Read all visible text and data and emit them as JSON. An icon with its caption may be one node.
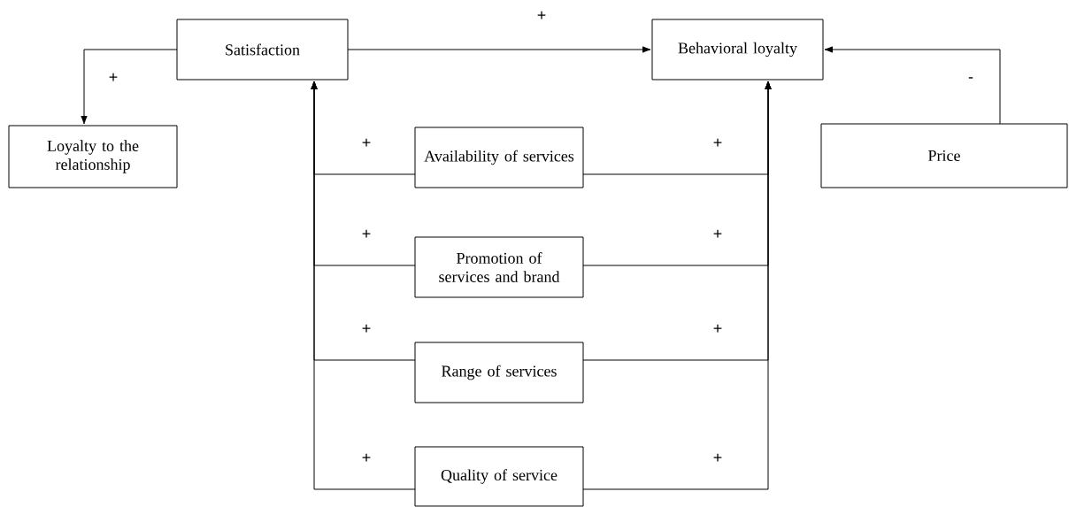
{
  "diagram": {
    "nodes": [
      {
        "text": [
          "Satisfaction"
        ]
      },
      {
        "text": [
          "Behavioral loyalty"
        ]
      },
      {
        "text": [
          "Loyalty to the relationship"
        ]
      },
      {
        "text": [
          "Price"
        ]
      },
      {
        "text": [
          "Availability of services"
        ]
      },
      {
        "text": [
          "Promotion of services and brand"
        ]
      },
      {
        "text": [
          "Range of services"
        ]
      },
      {
        "text": [
          "Quality of service"
        ]
      }
    ],
    "edges": [
      {
        "from": 0,
        "to": 1,
        "arrow": "to",
        "label": "+"
      },
      {
        "from": 0,
        "to": 2,
        "arrow": "to",
        "label": "+"
      },
      {
        "from": 3,
        "to": 1,
        "arrow": "to",
        "label": "-"
      },
      {
        "from": 4,
        "to": 0,
        "arrow": "to",
        "label": "+"
      },
      {
        "from": 4,
        "to": 1,
        "arrow": "to",
        "label": "+"
      },
      {
        "from": 5,
        "to": 0,
        "arrow": "to",
        "label": "+"
      },
      {
        "from": 5,
        "to": 1,
        "arrow": "to",
        "label": "+"
      },
      {
        "from": 6,
        "to": 0,
        "arrow": "to",
        "label": "+"
      },
      {
        "from": 6,
        "to": 1,
        "arrow": "to",
        "label": "+"
      },
      {
        "from": 7,
        "to": 0,
        "arrow": "to",
        "label": "+"
      },
      {
        "from": 7,
        "to": 1,
        "arrow": "to",
        "label": "+"
      }
    ]
  }
}
